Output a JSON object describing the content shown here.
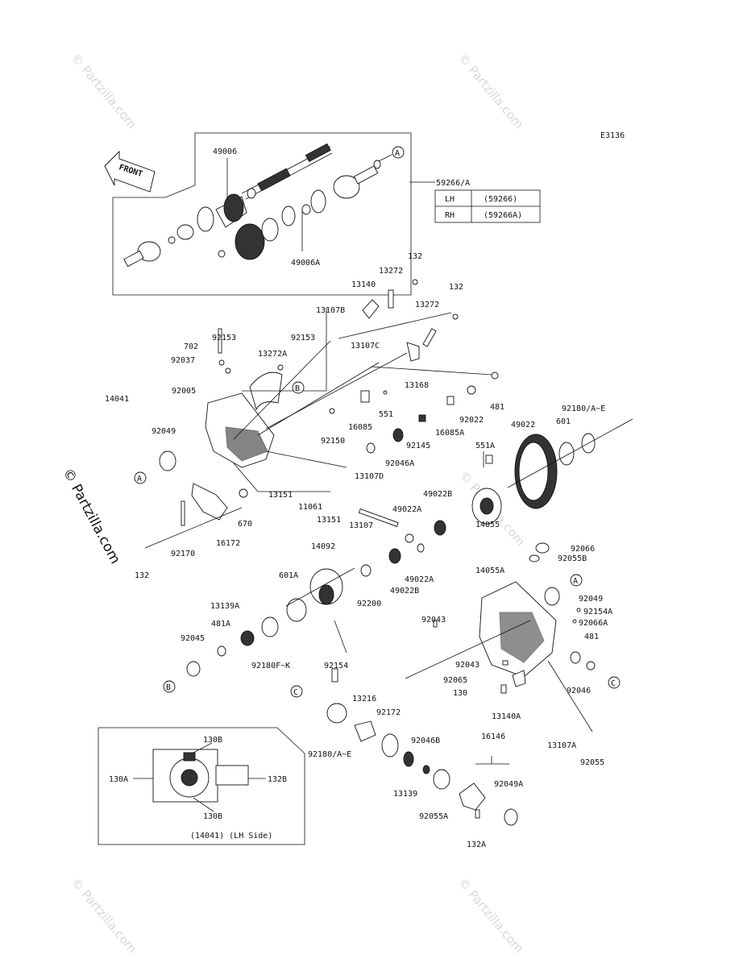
{
  "diagram_code": "E3136",
  "front_label": "FRONT",
  "watermark": "© Partzilla.com",
  "callouts": {
    "A": "A",
    "B": "B",
    "C": "C"
  },
  "side_table": {
    "ref": "59266/A",
    "rows": [
      {
        "side": "LH",
        "part": "(59266)"
      },
      {
        "side": "RH",
        "part": "(59266A)"
      }
    ]
  },
  "inset_caption": "(14041) (LH Side)",
  "inset_labels": {
    "top": "130B",
    "bottom": "130B",
    "left": "130A",
    "right": "132B"
  },
  "part_labels": [
    "49006",
    "49006A",
    "132",
    "13272",
    "13140",
    "132",
    "13272",
    "13107B",
    "702",
    "92153",
    "92153",
    "92037",
    "13272A",
    "13107C",
    "13168",
    "92005",
    "14041",
    "551",
    "481",
    "16085",
    "92022",
    "92049",
    "16085A",
    "92150",
    "92145",
    "49022",
    "601",
    "92180/A~E",
    "92046A",
    "13107D",
    "551A",
    "13151",
    "11061",
    "13151",
    "49022B",
    "670",
    "16172",
    "92170",
    "132",
    "13107",
    "49022A",
    "14055",
    "14092",
    "92066",
    "92055B",
    "601A",
    "49022B",
    "49022A",
    "14055A",
    "92200",
    "13139A",
    "92049",
    "92154A",
    "481A",
    "92066A",
    "92043",
    "92045",
    "92180F~K",
    "92154",
    "481",
    "92043",
    "92046",
    "92065",
    "130",
    "13216",
    "13140A",
    "92172",
    "13107A",
    "92046B",
    "16146",
    "92180/A~E",
    "92055",
    "13139",
    "92049A",
    "92055A",
    "132A"
  ]
}
